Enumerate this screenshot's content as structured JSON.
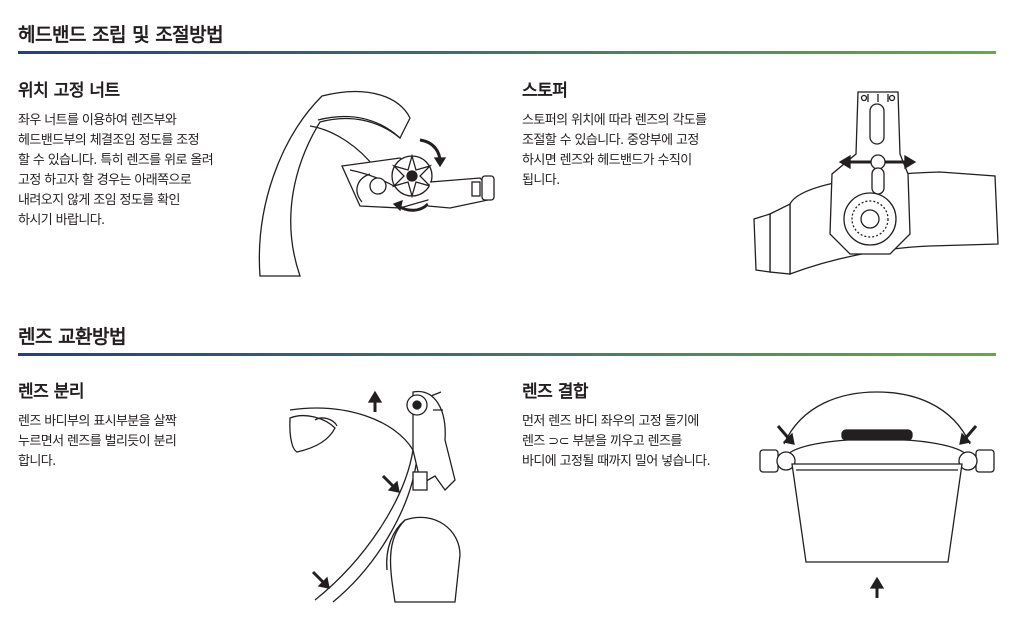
{
  "colors": {
    "rule_gradient_start": "#1f3f8f",
    "rule_gradient_end": "#5fb03a",
    "text": "#231f20",
    "line_art": "#231f20"
  },
  "sections": {
    "headband": {
      "title": "헤드밴드 조립 및 조절방법",
      "position_nut": {
        "title": "위치 고정 너트",
        "lines": [
          "좌우 너트를 이용하여 렌즈부와",
          "헤드밴드부의 체결조임 정도를 조정",
          "할 수 있습니다. 특히 렌즈를 위로 올려",
          "고정 하고자 할 경우는 아래쪽으로",
          "내려오지 않게 조임 정도를 확인",
          "하시기 바랍니다."
        ]
      },
      "stopper": {
        "title": "스토퍼",
        "lines": [
          "스토퍼의 위치에 따라 렌즈의 각도를",
          "조절할 수 있습니다. 중앙부에 고정",
          "하시면 렌즈와 헤드밴드가 수직이",
          "됩니다."
        ]
      }
    },
    "lens": {
      "title": "렌즈 교환방법",
      "separate": {
        "title": "렌즈 분리",
        "lines": [
          "렌즈 바디부의 표시부분을 살짝",
          "누르면서 렌즈를 벌리듯이 분리",
          "합니다."
        ]
      },
      "combine": {
        "title": "렌즈 결합",
        "lines": [
          "먼저 렌즈 바디 좌우의 고정 돌기에",
          "렌즈 ⊃⊂ 부분을 끼우고  렌즈를",
          "바디에 고정될 때까지 밀어 넣습니다."
        ]
      }
    }
  }
}
